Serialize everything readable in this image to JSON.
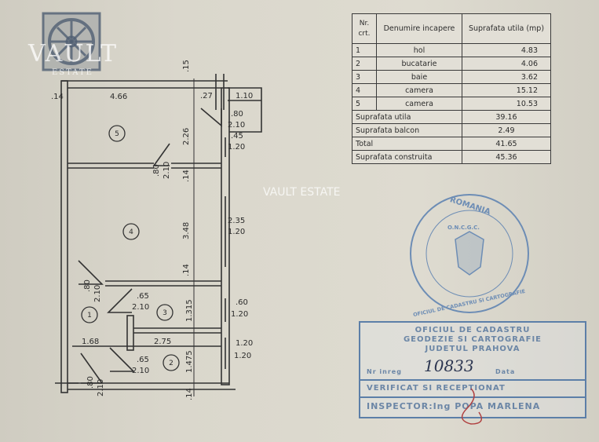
{
  "watermark": {
    "brand": "VAULT",
    "sub": "ESTATE",
    "center_text": "VAULT ESTATE"
  },
  "plan": {
    "rooms": [
      "1",
      "2",
      "3",
      "4",
      "5"
    ],
    "dims": {
      "top_15": ".15",
      "left_66": "4.66",
      "left_14": ".14",
      "bal_27": ".27",
      "bal_110": "1.10",
      "door_80": ".80",
      "door_210": "2.10",
      "win_45": ".45",
      "win_120": "1.20",
      "v_226": "2.26",
      "v_14a": ".14",
      "v_348": "3.48",
      "v_14b": ".14",
      "v_1315": "1.315",
      "v_1475": "1.475",
      "v_14c": ".14",
      "d5_80": ".80",
      "d5_210": "2.10",
      "win4_235": "2.35",
      "win4_120": "1.20",
      "d1_80": ".80",
      "d1_210": "2.10",
      "d3_65": ".65",
      "d3_210": "2.10",
      "win3_60": ".60",
      "win3_120": "1.20",
      "h_168": "1.68",
      "h_275": "2.75",
      "win2_120a": "1.20",
      "win2_120b": "1.20",
      "d2_65": ".65",
      "d2_210": "2.10",
      "de_80": ".80",
      "de_210": "2.10"
    }
  },
  "area_table": {
    "headers": {
      "nr": "Nr. crt.",
      "name": "Denumire incapere",
      "area": "Suprafata utila (mp)"
    },
    "rows": [
      {
        "nr": "1",
        "name": "hol",
        "area": "4.83"
      },
      {
        "nr": "2",
        "name": "bucatarie",
        "area": "4.06"
      },
      {
        "nr": "3",
        "name": "baie",
        "area": "3.62"
      },
      {
        "nr": "4",
        "name": "camera",
        "area": "15.12"
      },
      {
        "nr": "5",
        "name": "camera",
        "area": "10.53"
      }
    ],
    "totals": [
      {
        "label": "Suprafata utila",
        "value": "39.16"
      },
      {
        "label": "Suprafata balcon",
        "value": "2.49"
      },
      {
        "label": "Total",
        "value": "41.65"
      },
      {
        "label": "Suprafata construita",
        "value": "45.36"
      }
    ]
  },
  "round_stamp": {
    "top": "ROMANIA",
    "mid": "O.N.C.G.C.",
    "bottom": "OFICIUL DE CADASTRU SI CARTOGRAFIE"
  },
  "box_stamp": {
    "line1": "OFICIUL DE CADASTRU",
    "line2": "GEODEZIE SI CARTOGRAFIE",
    "line3": "JUDETUL PRAHOVA",
    "reg_label": "Nr inreg",
    "reg_value": "10833",
    "date_label": "Data",
    "verified": "VERIFICAT SI RECEPTIONAT",
    "inspector": "INSPECTOR:Ing POPA MARLENA"
  },
  "colors": {
    "paper": "#d6d3c8",
    "ink": "#2b2b2b",
    "stamp_blue": "#5c7fa8"
  }
}
